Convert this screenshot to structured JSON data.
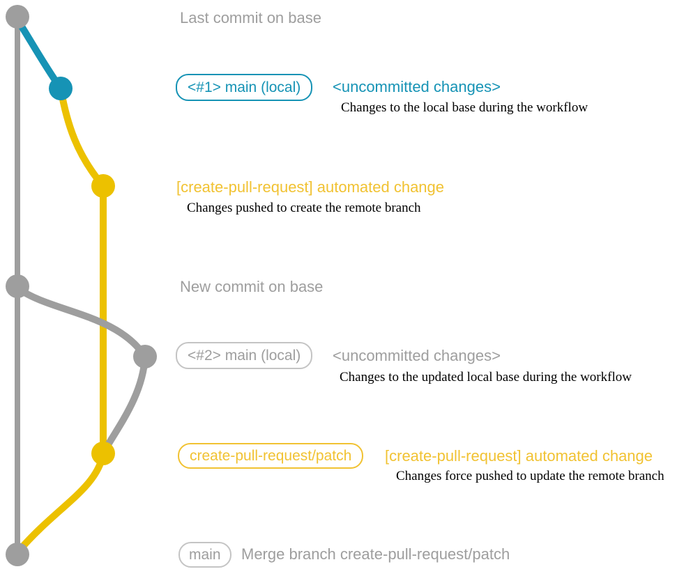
{
  "colors": {
    "base_gray": "#9e9e9e",
    "local_blue": "#1693b5",
    "branch_yellow": "#ecc100",
    "yellow_text": "#f1c232",
    "gray_badge_border": "#c4c4c4",
    "description_black": "#000000"
  },
  "graph": {
    "commits": [
      {
        "name": "last-commit-on-base",
        "branch": "base",
        "color": "#9e9e9e"
      },
      {
        "name": "uncommitted-changes-1",
        "branch": "main-local",
        "color": "#1693b5"
      },
      {
        "name": "automated-change-1",
        "branch": "create-pull-request-patch",
        "color": "#ecc100"
      },
      {
        "name": "new-commit-on-base",
        "branch": "base",
        "color": "#9e9e9e"
      },
      {
        "name": "uncommitted-changes-2",
        "branch": "main-local",
        "color": "#9e9e9e"
      },
      {
        "name": "automated-change-2",
        "branch": "create-pull-request-patch",
        "color": "#ecc100"
      },
      {
        "name": "merge-commit",
        "branch": "base",
        "color": "#9e9e9e"
      }
    ]
  },
  "annotations": {
    "last_commit": "Last commit on base",
    "row1_badge": "<#1> main (local)",
    "row1_title": "<uncommitted changes>",
    "row1_desc": "Changes to the local base during the workflow",
    "row2_title": "[create-pull-request] automated change",
    "row2_desc": "Changes pushed to create the remote branch",
    "new_commit": "New commit on base",
    "row3_badge": "<#2> main (local)",
    "row3_title": "<uncommitted changes>",
    "row3_desc": "Changes to the updated local base during the workflow",
    "row4_badge": "create-pull-request/patch",
    "row4_title": "[create-pull-request] automated change",
    "row4_desc": "Changes force pushed to update the remote branch",
    "row5_badge": "main",
    "row5_title": "Merge branch create-pull-request/patch"
  }
}
